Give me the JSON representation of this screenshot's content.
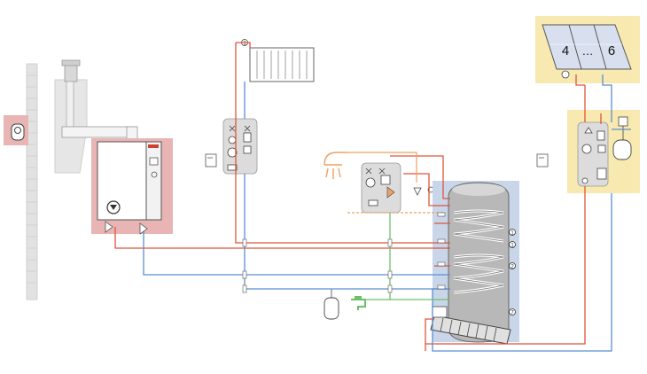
{
  "diagram": {
    "solar_panels": {
      "first_label": "4",
      "middle_label": "…",
      "last_label": "6"
    },
    "radiator_marker": "1",
    "tank_ports": [
      "1",
      "1",
      "2",
      "7"
    ],
    "colors": {
      "hot_pipe": "#e0553a",
      "cold_pipe": "#5b8fd0",
      "green_pipe": "#6cc06a",
      "shower_pipe": "#f0a060",
      "boiler_zone": "#e8b4b4",
      "solar_zone": "#f8e9b0",
      "tank_backdrop": "#c9d6ea",
      "module_grey": "#dcdcdc"
    },
    "icons": [
      "chimney-icon",
      "wall-icon",
      "boiler-icon",
      "radiator-icon",
      "heating-pump-module-icon",
      "shower-icon",
      "mixing-module-icon",
      "storage-tank-icon",
      "solar-panel-icon",
      "solar-station-icon",
      "expansion-vessel-icon",
      "controller-icon",
      "outdoor-sensor-icon",
      "tap-icon",
      "expansion-tank-icon"
    ]
  }
}
